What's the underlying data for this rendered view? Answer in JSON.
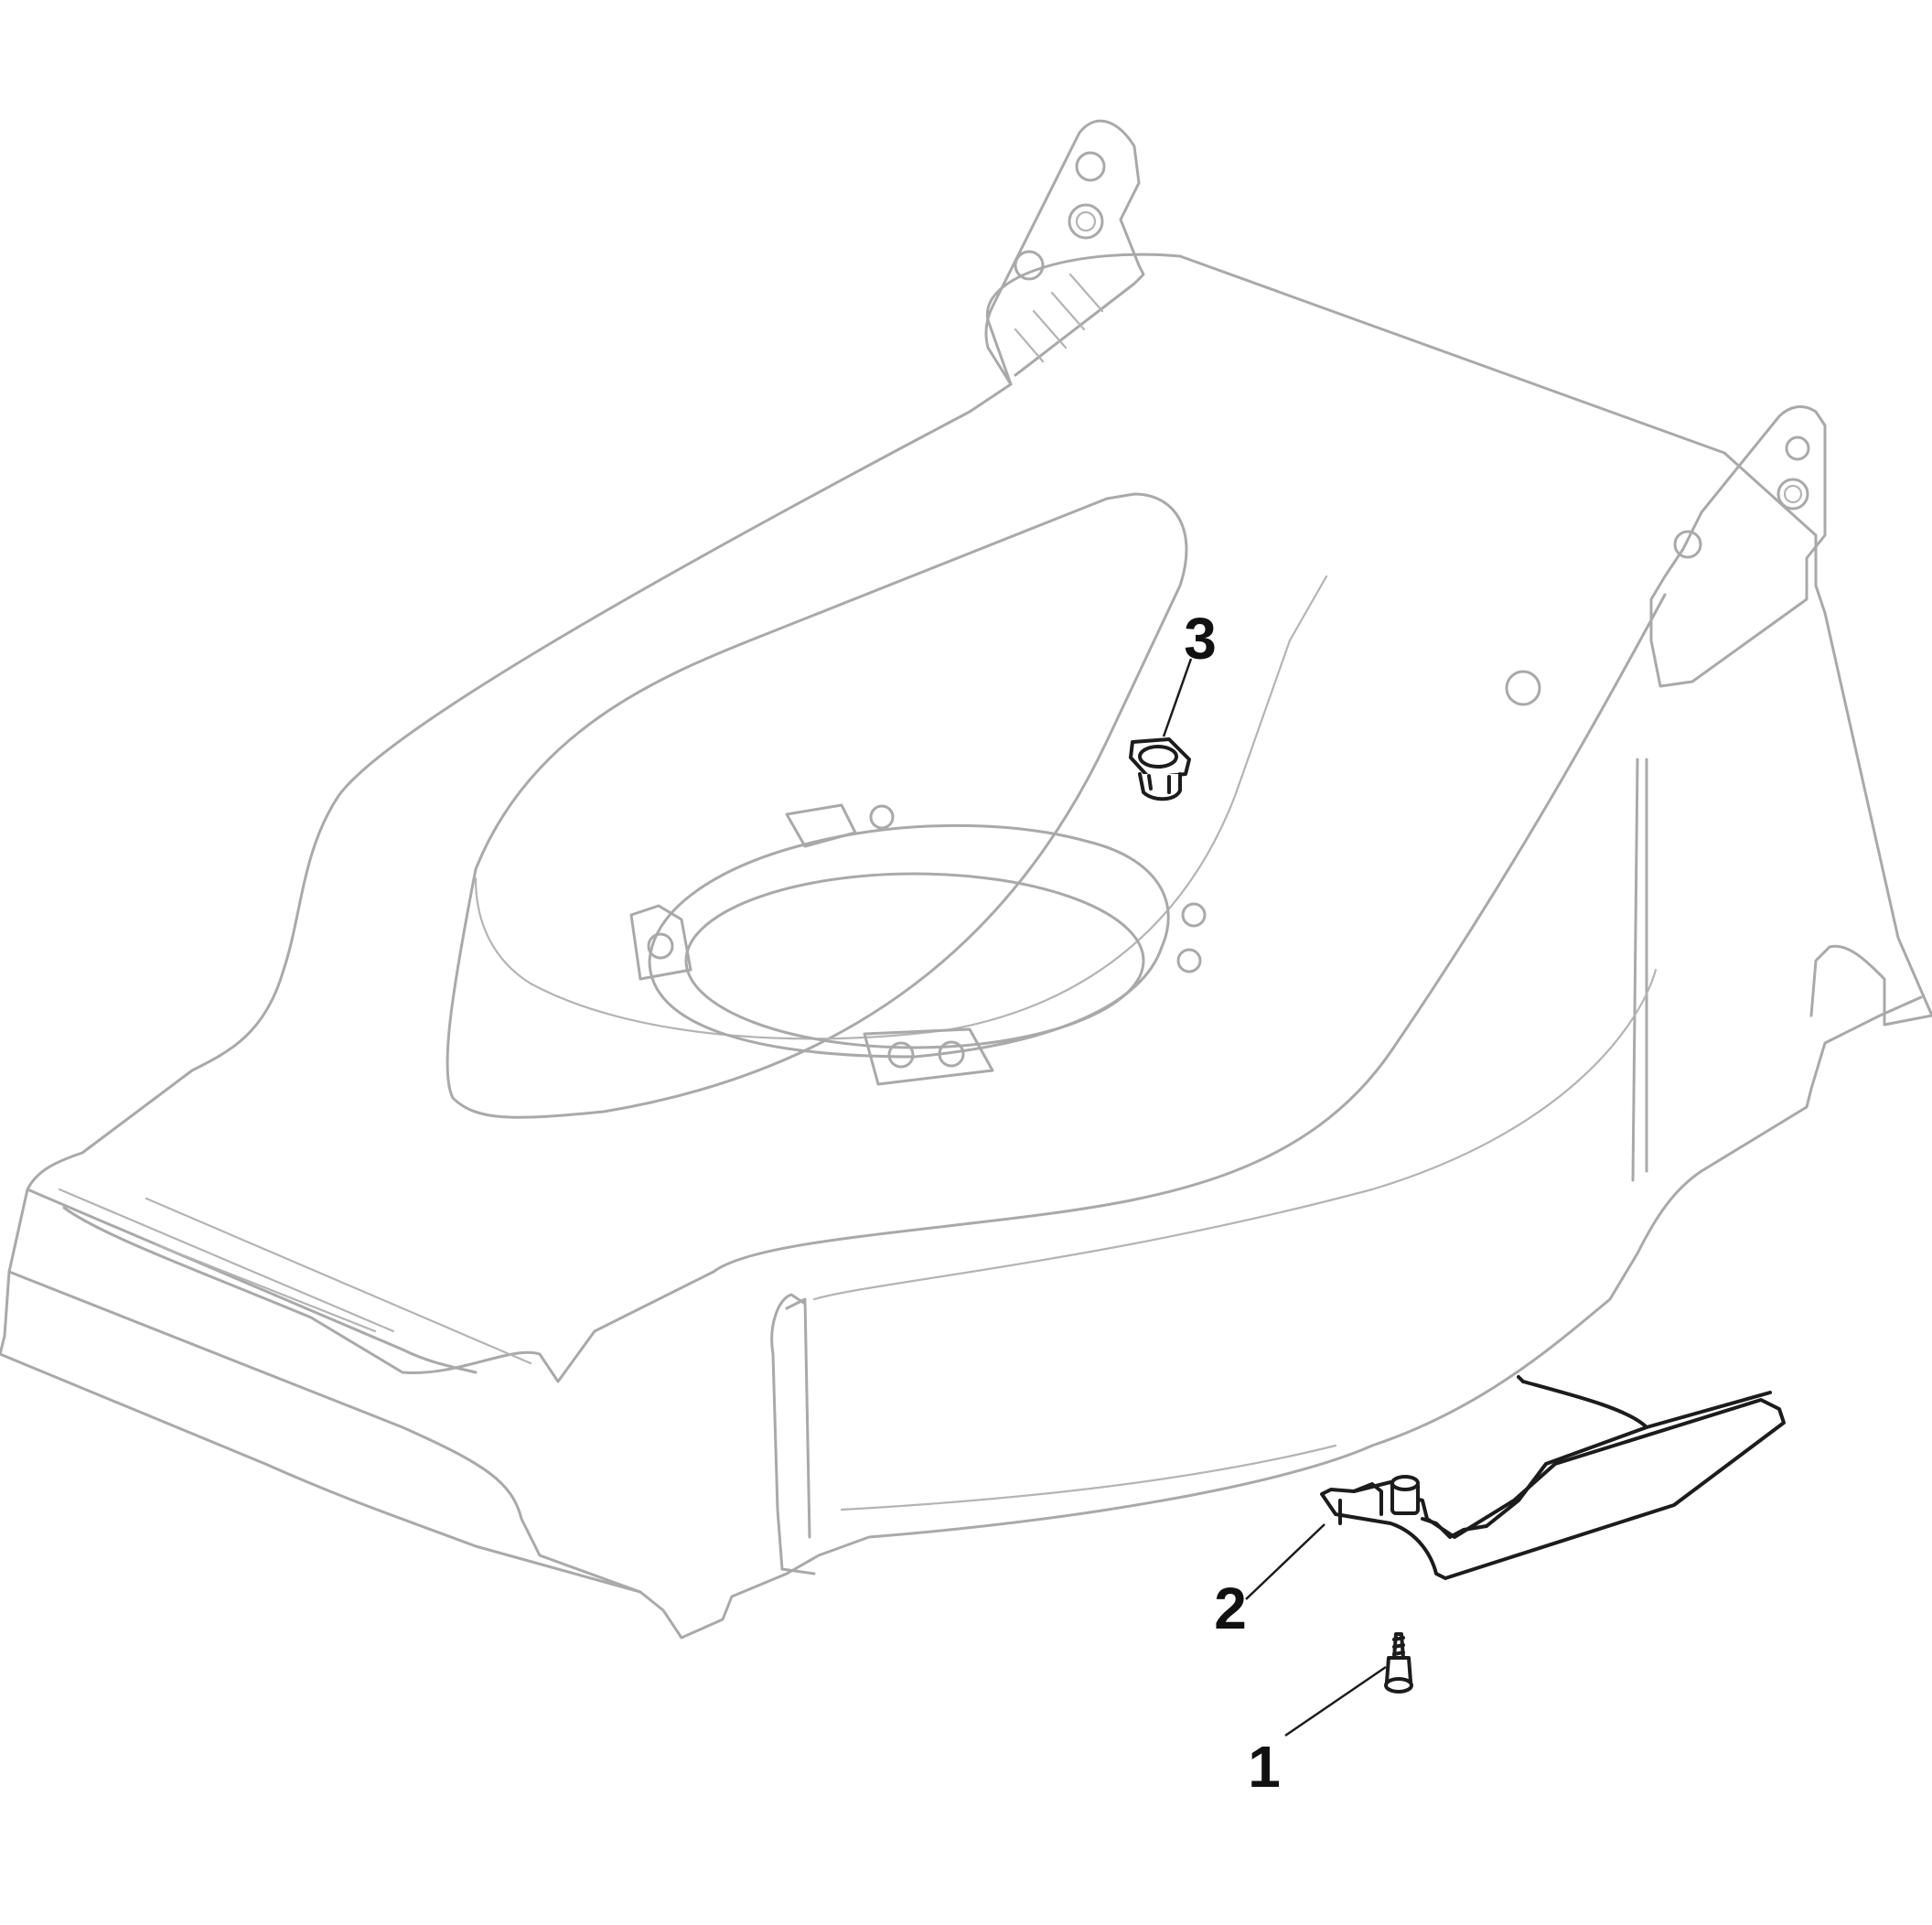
{
  "callouts": [
    {
      "number": "1",
      "part": "screw"
    },
    {
      "number": "2",
      "part": "mulching-deflector-plate"
    },
    {
      "number": "3",
      "part": "plug-insert"
    }
  ],
  "colors": {
    "deck_outline": "#a9a9a9",
    "parts": "#1c1c1c",
    "background": "#ffffff"
  }
}
